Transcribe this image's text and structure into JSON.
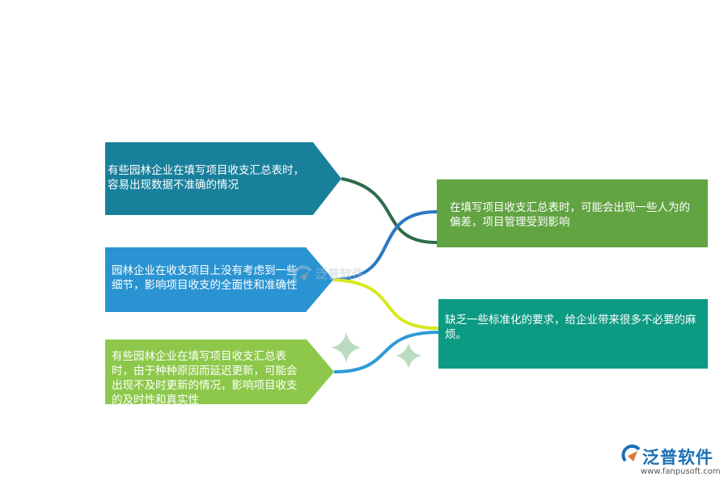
{
  "nodes": {
    "left_top": "有些园林企业在填写项目收支汇总表时，容易出现数据不准确的情况",
    "left_middle": "园林企业在收支项目上没有考虑到一些细节，影响项目收支的全面性和准确性",
    "left_bottom": "有些园林企业在填写项目收支汇总表时，由于种种原因而延迟更新，可能会出现不及时更新的情况，影响项目收支的及时性和真实性",
    "right_top": "在填写项目收支汇总表时，可能会出现一些人为的偏差，项目管理受到影响",
    "right_bottom": "缺乏一些标准化的要求，给企业带来很多不必要的麻烦。"
  },
  "colors": {
    "left_top": "#19809c",
    "left_middle": "#2a94d3",
    "left_bottom": "#8dc84b",
    "right_top": "#62a342",
    "right_bottom": "#0c9a83",
    "connector_dark_green": "#2e6b4a",
    "connector_blue": "#2a78c4",
    "connector_yellow": "#d8e81c",
    "connector_light_blue": "#2f9bd6",
    "sparkle": "#b9dcbf"
  },
  "logo": {
    "text": "泛普软件",
    "url": "www.fanpusoft.com"
  },
  "watermark": {
    "text": "泛普软件"
  }
}
